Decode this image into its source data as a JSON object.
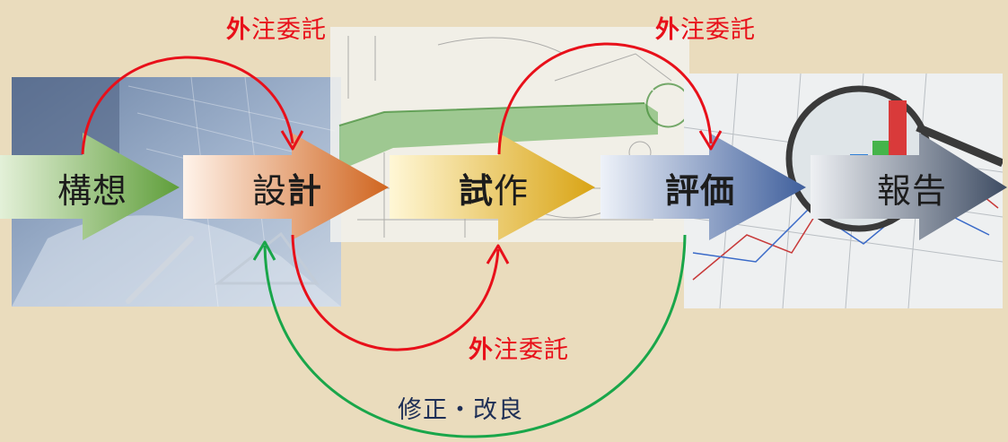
{
  "colors": {
    "background": "#eadcbd",
    "outsource_label": "#e8101a",
    "outsource_arrow": "#e8101a",
    "revision_arrow": "#19a64a",
    "revision_label": "#1e2f56"
  },
  "photos": {
    "concept": "blueprint-desk-photo",
    "drawing": "mechanical-drawing-image",
    "evaluation": "magnifier-chart-photo"
  },
  "steps": [
    {
      "id": "concept",
      "text": "構想",
      "icon": "green-arrow-shape"
    },
    {
      "id": "design",
      "text_a": "設",
      "text_b": "計",
      "icon": "orange-arrow-shape"
    },
    {
      "id": "prototype",
      "text_a": "試",
      "text_b": "作",
      "icon": "yellow-arrow-shape"
    },
    {
      "id": "evaluation",
      "text": "評価",
      "icon": "blue-arrow-shape"
    },
    {
      "id": "report",
      "text": "報告",
      "icon": "slate-arrow-shape"
    }
  ],
  "labels": {
    "outsource_left": {
      "first": "外",
      "rest": "注委託"
    },
    "outsource_right": {
      "first": "外",
      "rest": "注委託"
    },
    "outsource_bottom": {
      "first": "外",
      "rest": "注委託"
    },
    "revision": "修正・改良"
  }
}
